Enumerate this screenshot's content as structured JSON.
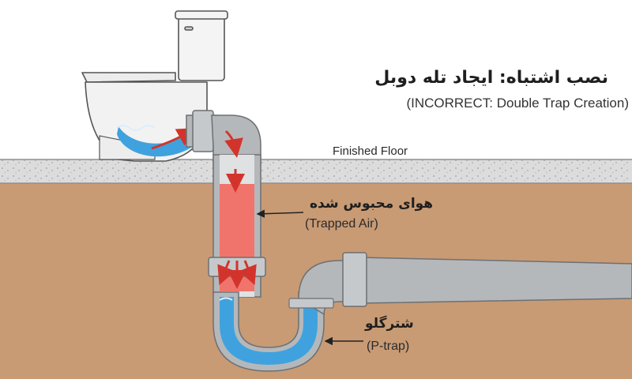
{
  "title": {
    "fa": "نصب اشتباه: ایجاد تله دوبل",
    "en": "(INCORRECT: Double Trap Creation)"
  },
  "labels": {
    "floor": "Finished Floor",
    "trapped_air_fa": "هوای محبوس شده",
    "trapped_air_en": "(Trapped Air)",
    "ptrap_fa": "شترگلو",
    "ptrap_en": "(P-trap)"
  },
  "colors": {
    "soil": "#c89b75",
    "floor_slab": "#dcdcdc",
    "pipe_gray": "#b5b8bb",
    "water_blue": "#3fa2de",
    "trapped_air_red": "#f0746b",
    "flow_arrow": "#d2342c",
    "label_text": "#1e1e1e"
  }
}
